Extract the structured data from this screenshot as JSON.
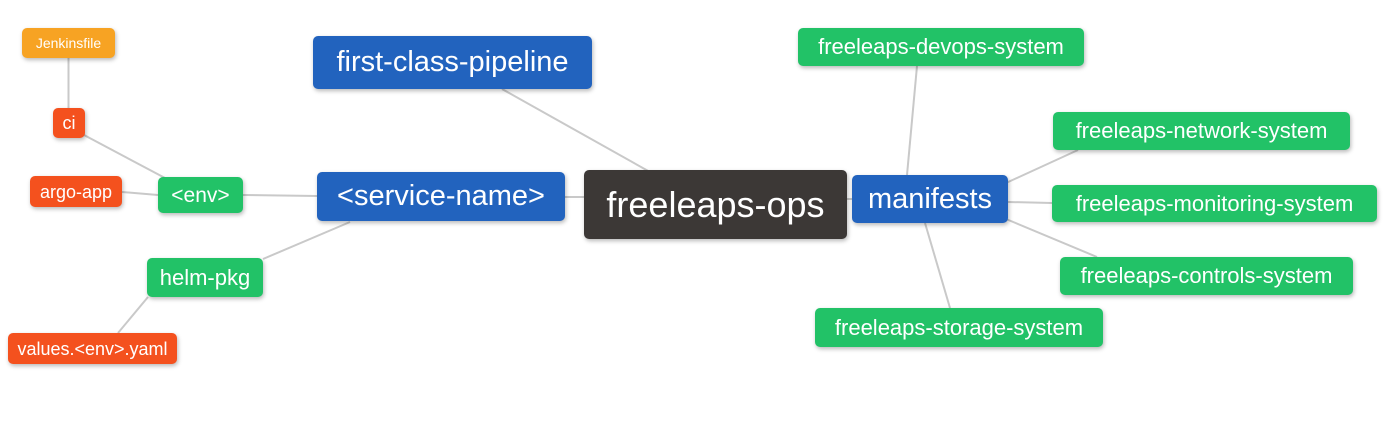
{
  "diagram": {
    "type": "mindmap",
    "palette": {
      "root_node": "#3c3836",
      "level1_node": "#2263be",
      "level2_node": "#22c267",
      "level3_node": "#f4511e",
      "level4_node": "#f7a323",
      "edge": "#c9c9c9",
      "text": "#ffffff",
      "background": "#ffffff"
    },
    "nodes": [
      {
        "id": "freeleaps-ops",
        "label": "freeleaps-ops",
        "level": "root"
      },
      {
        "id": "first-class-pipeline",
        "label": "first-class-pipeline",
        "level": 1
      },
      {
        "id": "service-name",
        "label": "<service-name>",
        "level": 1
      },
      {
        "id": "manifests",
        "label": "manifests",
        "level": 1
      },
      {
        "id": "env",
        "label": "<env>",
        "level": 2
      },
      {
        "id": "helm-pkg",
        "label": "helm-pkg",
        "level": 2
      },
      {
        "id": "argo-app",
        "label": "argo-app",
        "level": 3
      },
      {
        "id": "ci",
        "label": "ci",
        "level": 3
      },
      {
        "id": "values-env-yaml",
        "label": "values.<env>.yaml",
        "level": 3
      },
      {
        "id": "jenkinsfile",
        "label": "Jenkinsfile",
        "level": 4
      },
      {
        "id": "freeleaps-devops-system",
        "label": "freeleaps-devops-system",
        "level": 2
      },
      {
        "id": "freeleaps-network-system",
        "label": "freeleaps-network-system",
        "level": 2
      },
      {
        "id": "freeleaps-monitoring-system",
        "label": "freeleaps-monitoring-system",
        "level": 2
      },
      {
        "id": "freeleaps-controls-system",
        "label": "freeleaps-controls-system",
        "level": 2
      },
      {
        "id": "freeleaps-storage-system",
        "label": "freeleaps-storage-system",
        "level": 2
      }
    ],
    "edges": [
      [
        "jenkinsfile",
        "ci"
      ],
      [
        "ci",
        "env"
      ],
      [
        "argo-app",
        "env"
      ],
      [
        "env",
        "service-name"
      ],
      [
        "helm-pkg",
        "service-name"
      ],
      [
        "values-env-yaml",
        "helm-pkg"
      ],
      [
        "service-name",
        "freeleaps-ops"
      ],
      [
        "first-class-pipeline",
        "freeleaps-ops"
      ],
      [
        "freeleaps-ops",
        "manifests"
      ],
      [
        "manifests",
        "freeleaps-devops-system"
      ],
      [
        "manifests",
        "freeleaps-network-system"
      ],
      [
        "manifests",
        "freeleaps-monitoring-system"
      ],
      [
        "manifests",
        "freeleaps-controls-system"
      ],
      [
        "manifests",
        "freeleaps-storage-system"
      ]
    ]
  }
}
